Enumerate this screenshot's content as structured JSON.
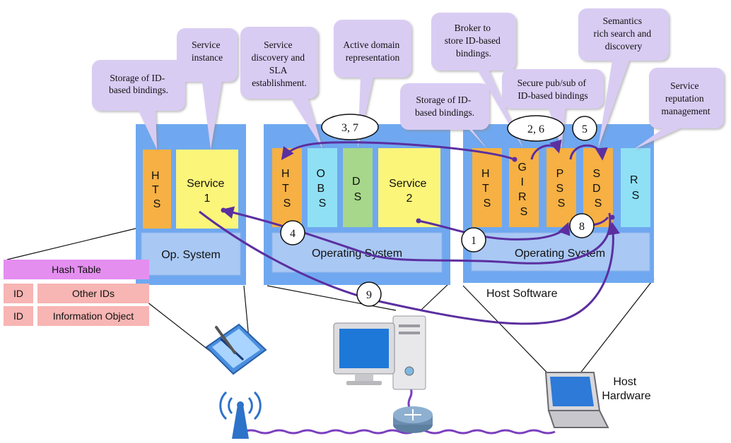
{
  "callouts": {
    "storage_left": [
      "Storage of ID-",
      "based bindings."
    ],
    "service_instance": [
      "Service",
      "instance"
    ],
    "service_discovery": [
      "Service",
      "discovery and",
      "SLA",
      "establishment."
    ],
    "active_domain": [
      "Active domain",
      "representation"
    ],
    "broker": [
      "Broker to",
      "store ID-based",
      "bindings."
    ],
    "storage_right": [
      "Storage of ID-",
      "based bindings."
    ],
    "secure_pubsub": [
      "Secure pub/sub of",
      "ID-based bindings"
    ],
    "semantics": [
      "Semantics",
      "rich search and",
      "discovery"
    ],
    "reputation": [
      "Service",
      "reputation",
      "management"
    ]
  },
  "host1": {
    "hts": [
      "H",
      "T",
      "S"
    ],
    "service": [
      "Service",
      "1"
    ],
    "os": "Op. System"
  },
  "host2": {
    "hts": [
      "H",
      "T",
      "S"
    ],
    "obs": [
      "O",
      "B",
      "S"
    ],
    "ds": [
      "D",
      "S"
    ],
    "service": [
      "Service",
      "2"
    ],
    "os": "Operating System"
  },
  "host3": {
    "hts": [
      "H",
      "T",
      "S"
    ],
    "girs": [
      "G",
      "I",
      "R",
      "S"
    ],
    "pss": [
      "P",
      "S",
      "S"
    ],
    "sds": [
      "S",
      "D",
      "S"
    ],
    "rs": [
      "R",
      "S"
    ],
    "os": "Operating System"
  },
  "steps": {
    "s1": "1",
    "s26": "2, 6",
    "s37": "3, 7",
    "s4": "4",
    "s5": "5",
    "s8": "8",
    "s9": "9"
  },
  "hash_table": {
    "title": "Hash Table",
    "rows": [
      {
        "key": "ID",
        "value": "Other IDs"
      },
      {
        "key": "ID",
        "value": "Information Object"
      }
    ]
  },
  "labels": {
    "host_software": "Host Software",
    "host_hardware": [
      "Host",
      "Hardware"
    ]
  },
  "colors": {
    "host_bg": "#6fa8f0",
    "os_bg": "#a9c8f4",
    "orange": "#f6b043",
    "yellow": "#fbf57a",
    "cyan": "#8fe0f5",
    "green": "#a6d78a",
    "callout": "#d9ccf3",
    "arrow": "#5b2fa0",
    "hash_title": "#e48ef0",
    "hash_cell": "#f7b5b3"
  }
}
